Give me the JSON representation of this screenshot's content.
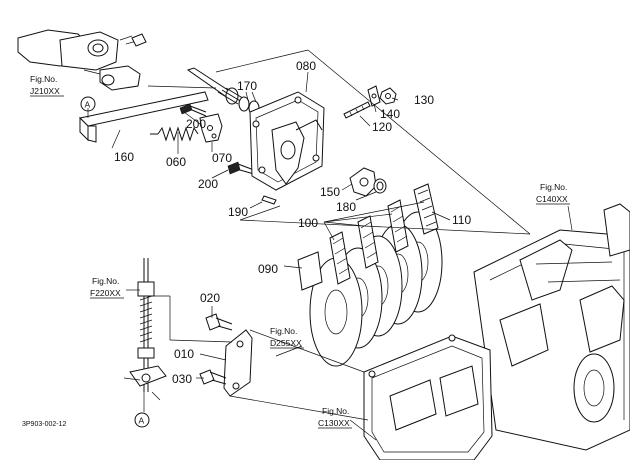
{
  "callouts": {
    "p080": "080",
    "p170": "170",
    "p130": "130",
    "p140": "140",
    "p120": "120",
    "p200a": "200",
    "p070": "070",
    "p060": "060",
    "p160": "160",
    "p200b": "200",
    "p150": "150",
    "p180": "180",
    "p190": "190",
    "p100": "100",
    "p110": "110",
    "p090": "090",
    "p020": "020",
    "p010": "010",
    "p030": "030"
  },
  "refs": {
    "j210": {
      "label": "Fig.No.",
      "code": "J210XX"
    },
    "c140": {
      "label": "Fig.No.",
      "code": "C140XX"
    },
    "f220": {
      "label": "Fig.No.",
      "code": "F220XX"
    },
    "d255": {
      "label": "Fig.No.",
      "code": "D255XX"
    },
    "c130": {
      "label": "Fig.No.",
      "code": "C130XX"
    }
  },
  "markers": {
    "a_top": "A",
    "a_bottom": "A"
  },
  "drawing_code": "3P903-002-12"
}
